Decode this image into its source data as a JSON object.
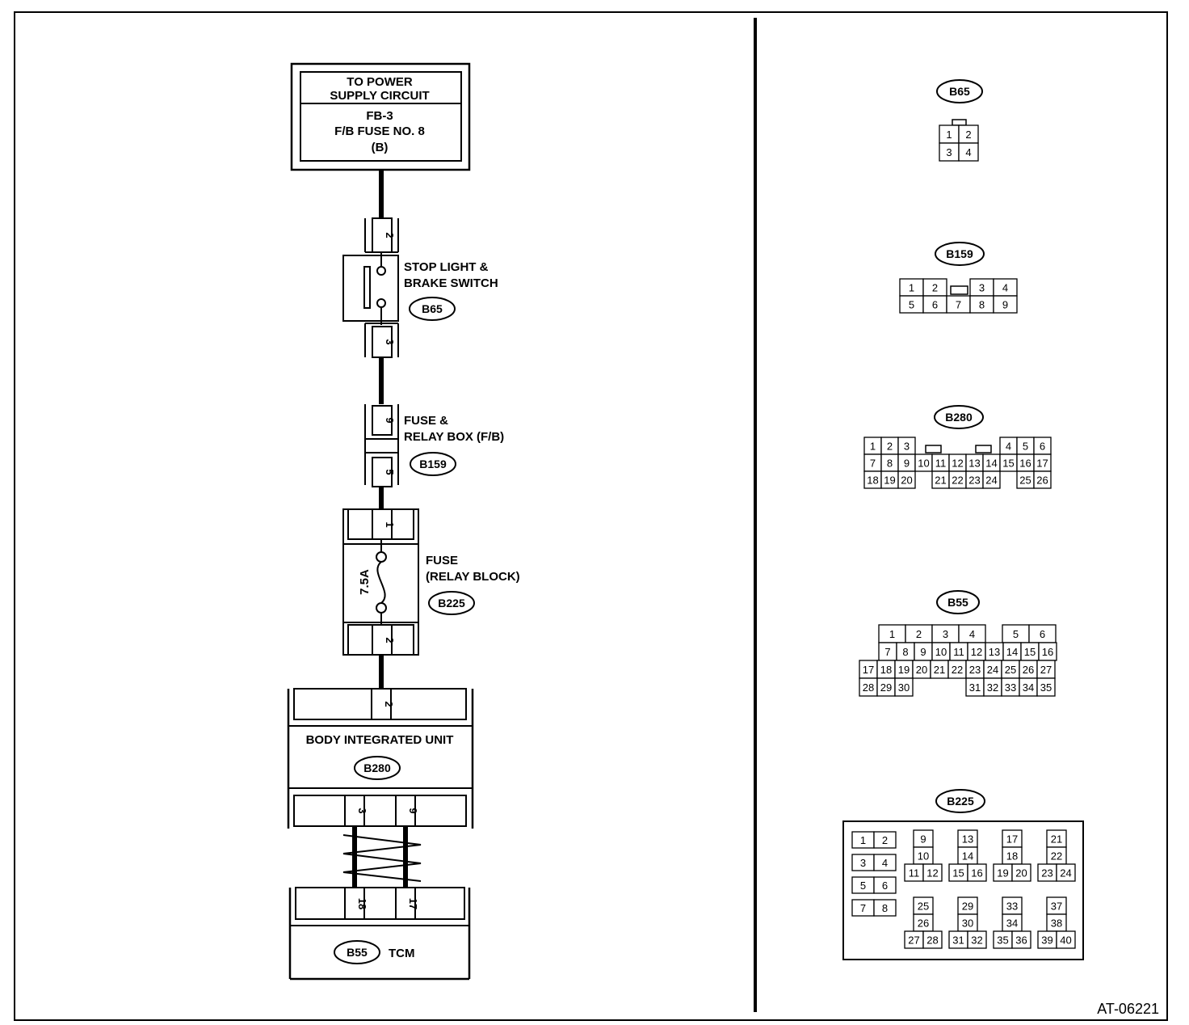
{
  "diagram": {
    "figure_id": "AT-06221",
    "power": {
      "line1": "TO POWER",
      "line2": "SUPPLY CIRCUIT",
      "line3": "FB-3",
      "line4": "F/B FUSE NO. 8",
      "line5": "(B)"
    },
    "stop_switch": {
      "label1": "STOP LIGHT &",
      "label2": "BRAKE SWITCH",
      "connector": "B65",
      "pin_top": "2",
      "pin_bottom": "3"
    },
    "fuse_box": {
      "label1": "FUSE &",
      "label2": "RELAY BOX (F/B)",
      "connector": "B159",
      "pin_top": "9",
      "pin_bottom": "5"
    },
    "relay_block": {
      "label1": "FUSE",
      "label2": "(RELAY BLOCK)",
      "connector": "B225",
      "rating": "7.5A",
      "pin_top": "1",
      "pin_bottom": "2"
    },
    "body_unit": {
      "label": "BODY INTEGRATED UNIT",
      "connector": "B280",
      "pin_in": "2",
      "pin_out1": "3",
      "pin_out2": "9"
    },
    "tcm": {
      "label": "TCM",
      "connector": "B55",
      "pin1": "18",
      "pin2": "17"
    },
    "face_views": {
      "b65": {
        "id": "B65",
        "rows": [
          [
            "1",
            "2"
          ],
          [
            "3",
            "4"
          ]
        ]
      },
      "b159": {
        "id": "B159",
        "row1": [
          "1",
          "2",
          "",
          "3",
          "4"
        ],
        "row2": [
          "5",
          "6",
          "7",
          "8",
          "9"
        ]
      },
      "b280": {
        "id": "B280",
        "row1": [
          "1",
          "2",
          "3",
          "4",
          "5",
          "6"
        ],
        "row2": [
          "7",
          "8",
          "9",
          "10",
          "11",
          "12",
          "13",
          "14",
          "15",
          "16",
          "17"
        ],
        "row3": [
          "18",
          "19",
          "20",
          "21",
          "22",
          "23",
          "24",
          "25",
          "26"
        ]
      },
      "b55": {
        "id": "B55",
        "row1": [
          "1",
          "2",
          "3",
          "4",
          "5",
          "6"
        ],
        "row2": [
          "7",
          "8",
          "9",
          "10",
          "11",
          "12",
          "13",
          "14",
          "15",
          "16"
        ],
        "row3": [
          "17",
          "18",
          "19",
          "20",
          "21",
          "22",
          "23",
          "24",
          "25",
          "26",
          "27"
        ],
        "row4": [
          "28",
          "29",
          "30",
          "31",
          "32",
          "33",
          "34",
          "35"
        ]
      },
      "b225": {
        "id": "B225",
        "left": [
          "1",
          "2",
          "3",
          "4",
          "5",
          "6",
          "7",
          "8"
        ],
        "groups_top": [
          [
            "9",
            "10",
            "11",
            "12"
          ],
          [
            "13",
            "14",
            "15",
            "16"
          ],
          [
            "17",
            "18",
            "19",
            "20"
          ],
          [
            "21",
            "22",
            "23",
            "24"
          ]
        ],
        "groups_bottom": [
          [
            "25",
            "26",
            "27",
            "28"
          ],
          [
            "29",
            "30",
            "31",
            "32"
          ],
          [
            "33",
            "34",
            "35",
            "36"
          ],
          [
            "37",
            "38",
            "39",
            "40"
          ]
        ]
      }
    }
  }
}
